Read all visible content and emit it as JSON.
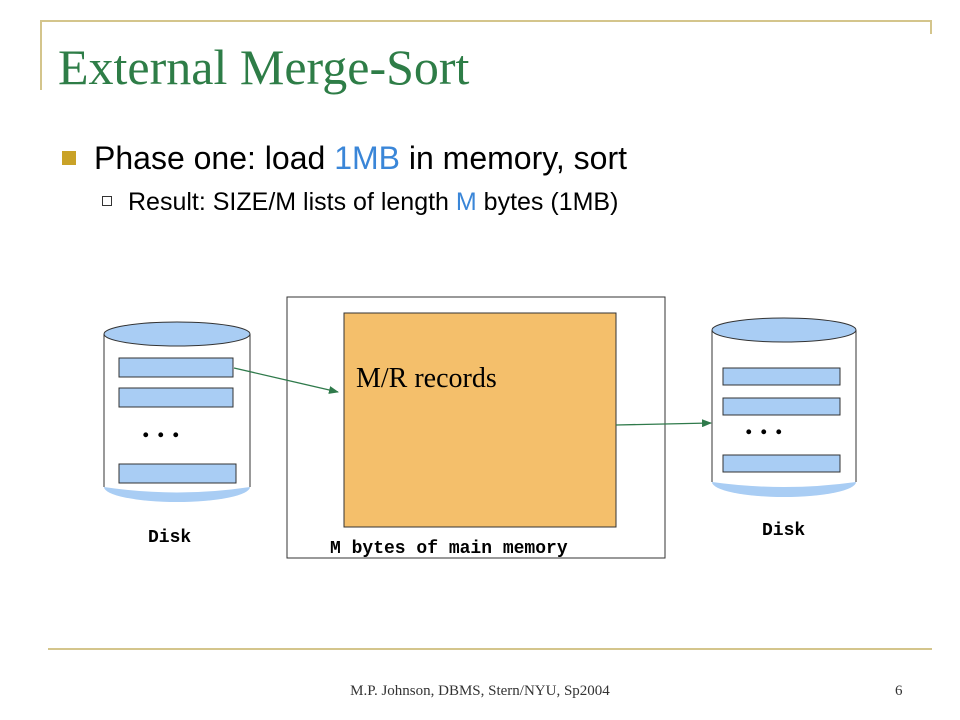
{
  "slide": {
    "title": "External Merge-Sort",
    "bullet1": {
      "prefix": "Phase one: load ",
      "highlight": "1MB",
      "suffix": " in memory, sort"
    },
    "bullet2": {
      "prefix": "Result: SIZE/M lists of length ",
      "highlight": "M",
      "suffix": " bytes (1MB)"
    },
    "footer": "M.P. Johnson, DBMS, Stern/NYU, Sp2004",
    "page_number": "6"
  },
  "diagram": {
    "left_disk_label": "Disk",
    "right_disk_label": "Disk",
    "memory_label": "M bytes of main memory",
    "records_label": "M/R records",
    "left_dots": ". . .",
    "right_dots": ". . .",
    "colors": {
      "records_fill": "#f4bf6b",
      "disk_water": "#a9cdf4",
      "arrow": "#2f7a4b"
    }
  }
}
